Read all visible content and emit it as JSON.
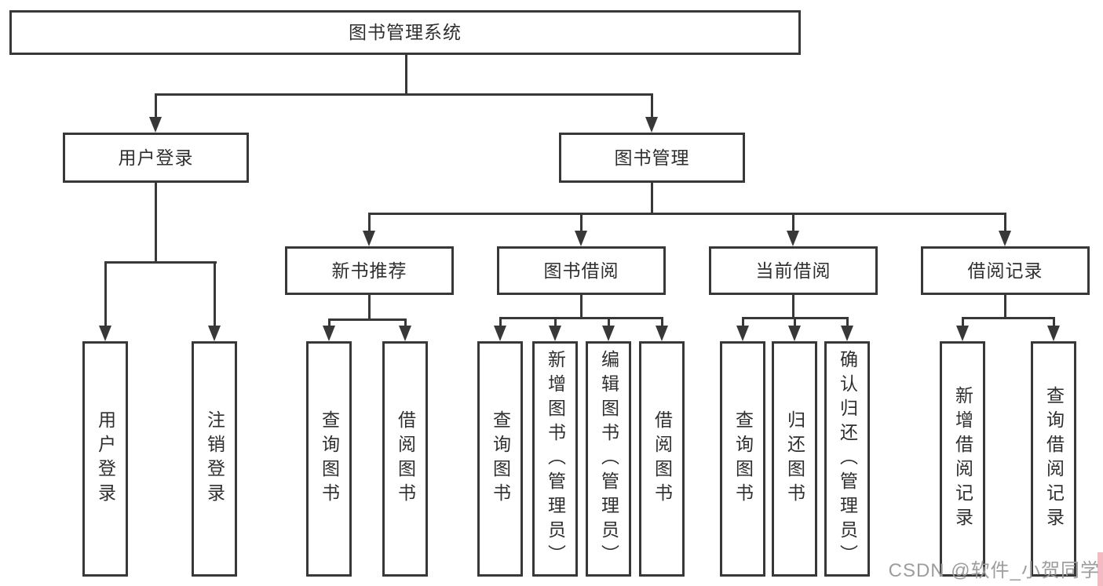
{
  "nodes": {
    "root": "图书管理系统",
    "user_login": "用户登录",
    "book_management": "图书管理",
    "new_book_recommend": "新书推荐",
    "book_borrowing": "图书借阅",
    "current_borrowing": "当前借阅",
    "borrow_records": "借阅记录"
  },
  "leaves": {
    "user_login": [
      "用户登录",
      "注销登录"
    ],
    "new_book_recommend": [
      "查询图书",
      "借阅图书"
    ],
    "book_borrowing": [
      "查询图书",
      "新增图书（管理员）",
      "编辑图书（管理员）",
      "借阅图书"
    ],
    "current_borrowing": [
      "查询图书",
      "归还图书",
      "确认归还（管理员）"
    ],
    "borrow_records": [
      "新增借阅记录",
      "查询借阅记录"
    ]
  },
  "watermark": {
    "text": "CSDN @软件_小贺同学"
  },
  "colors": {
    "line": "#383838",
    "text": "#2f2f2f",
    "box_bg": "#ffffff",
    "watermark_text": "#9d9d9d",
    "watermark_accent": "#f3bac4"
  }
}
